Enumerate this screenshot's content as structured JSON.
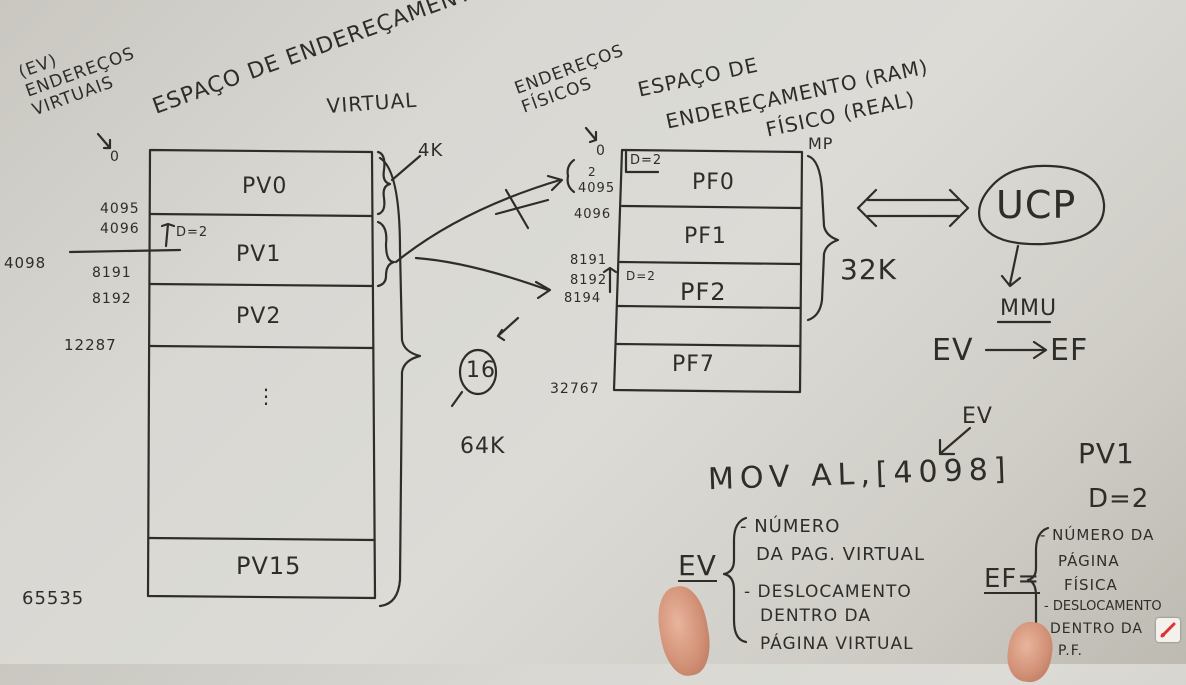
{
  "virtual_space": {
    "side_label": "(EV) ENDEREÇOS VIRTUAIS",
    "title_line1": "ESPAÇO DE ENDEREÇAMENTO",
    "title_line2": "VIRTUAL",
    "page_size": "4K",
    "zero": "0",
    "pages": [
      "PV0",
      "PV1",
      "PV2",
      "⋮",
      "PV15"
    ],
    "addresses": {
      "a4095": "4095",
      "a4096": "4096",
      "a4098": "4098",
      "d": "D=2",
      "a8191": "8191",
      "a8192": "8192",
      "a12287": "12287",
      "a65535": "65535"
    },
    "count": "16",
    "size": "64K"
  },
  "physical_space": {
    "side_label": "ENDEREÇOS FÍSICOS",
    "title_line1": "ESPAÇO DE",
    "title_line2": "ENDEREÇAMENTO (RAM)",
    "title_line3": "FÍSICO (REAL)",
    "mp": "MP",
    "zero": "0",
    "frames": [
      "PF0",
      "PF1",
      "PF2",
      "",
      "PF7"
    ],
    "addresses": {
      "a2": "2",
      "a4095": "4095",
      "a4096": "4096",
      "d1": "D=2",
      "a8191": "8191",
      "a8192": "8192",
      "a8194": "8194",
      "d2": "D=2",
      "a32767": "32767"
    },
    "size": "32K"
  },
  "cpu": {
    "ucp": "UCP",
    "mmu": "MMU",
    "ev": "EV",
    "ef": "EF"
  },
  "instruction": {
    "ev_label": "EV",
    "cmd": "MOV AL,[4098]",
    "pv": "PV1",
    "d": "D=2"
  },
  "ev_def": {
    "label": "EV",
    "line1": "- NÚMERO",
    "line2": "DA PAG. VIRTUAL",
    "line3": "- DESLOCAMENTO",
    "line4": "DENTRO DA",
    "line5": "PÁGINA VIRTUAL"
  },
  "ef_def": {
    "label": "EF=",
    "line1": "- NÚMERO DA",
    "line2": "PÁGINA",
    "line3": "FÍSICA",
    "line4": "- DESLOCAMENTO",
    "line5": "DENTRO DA",
    "line6": "P.F."
  }
}
